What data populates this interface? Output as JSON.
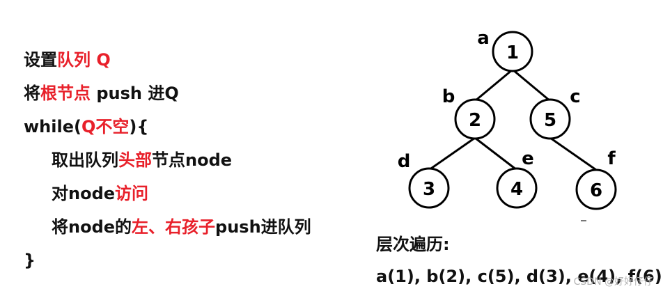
{
  "code": {
    "line1": {
      "a": "设置",
      "b": "队列 Q"
    },
    "line2": {
      "a": "将",
      "b": "根节点",
      "c": " push 进Q"
    },
    "line3": {
      "a": "while(",
      "b": "Q不空",
      "c": "){"
    },
    "line4": {
      "a": "取出队列",
      "b": "头部",
      "c": "节点node"
    },
    "line5": {
      "a": "对node",
      "b": "访问"
    },
    "line6": {
      "a": "将node的",
      "b": "左、右孩子",
      "c": "push进队列"
    },
    "line7": "}"
  },
  "tree": {
    "nodes": [
      {
        "id": "1",
        "label": "a"
      },
      {
        "id": "2",
        "label": "b"
      },
      {
        "id": "5",
        "label": "c"
      },
      {
        "id": "3",
        "label": "d"
      },
      {
        "id": "4",
        "label": "e"
      },
      {
        "id": "6",
        "label": "f"
      }
    ],
    "edges": [
      [
        "1",
        "2"
      ],
      [
        "1",
        "5"
      ],
      [
        "2",
        "3"
      ],
      [
        "2",
        "4"
      ],
      [
        "5",
        "6"
      ]
    ]
  },
  "traversal": {
    "title": "层次遍历:",
    "order": "a(1), b(2), c(5), d(3), e(4), f(6)"
  },
  "watermark": "CSDN @好好仔仔"
}
